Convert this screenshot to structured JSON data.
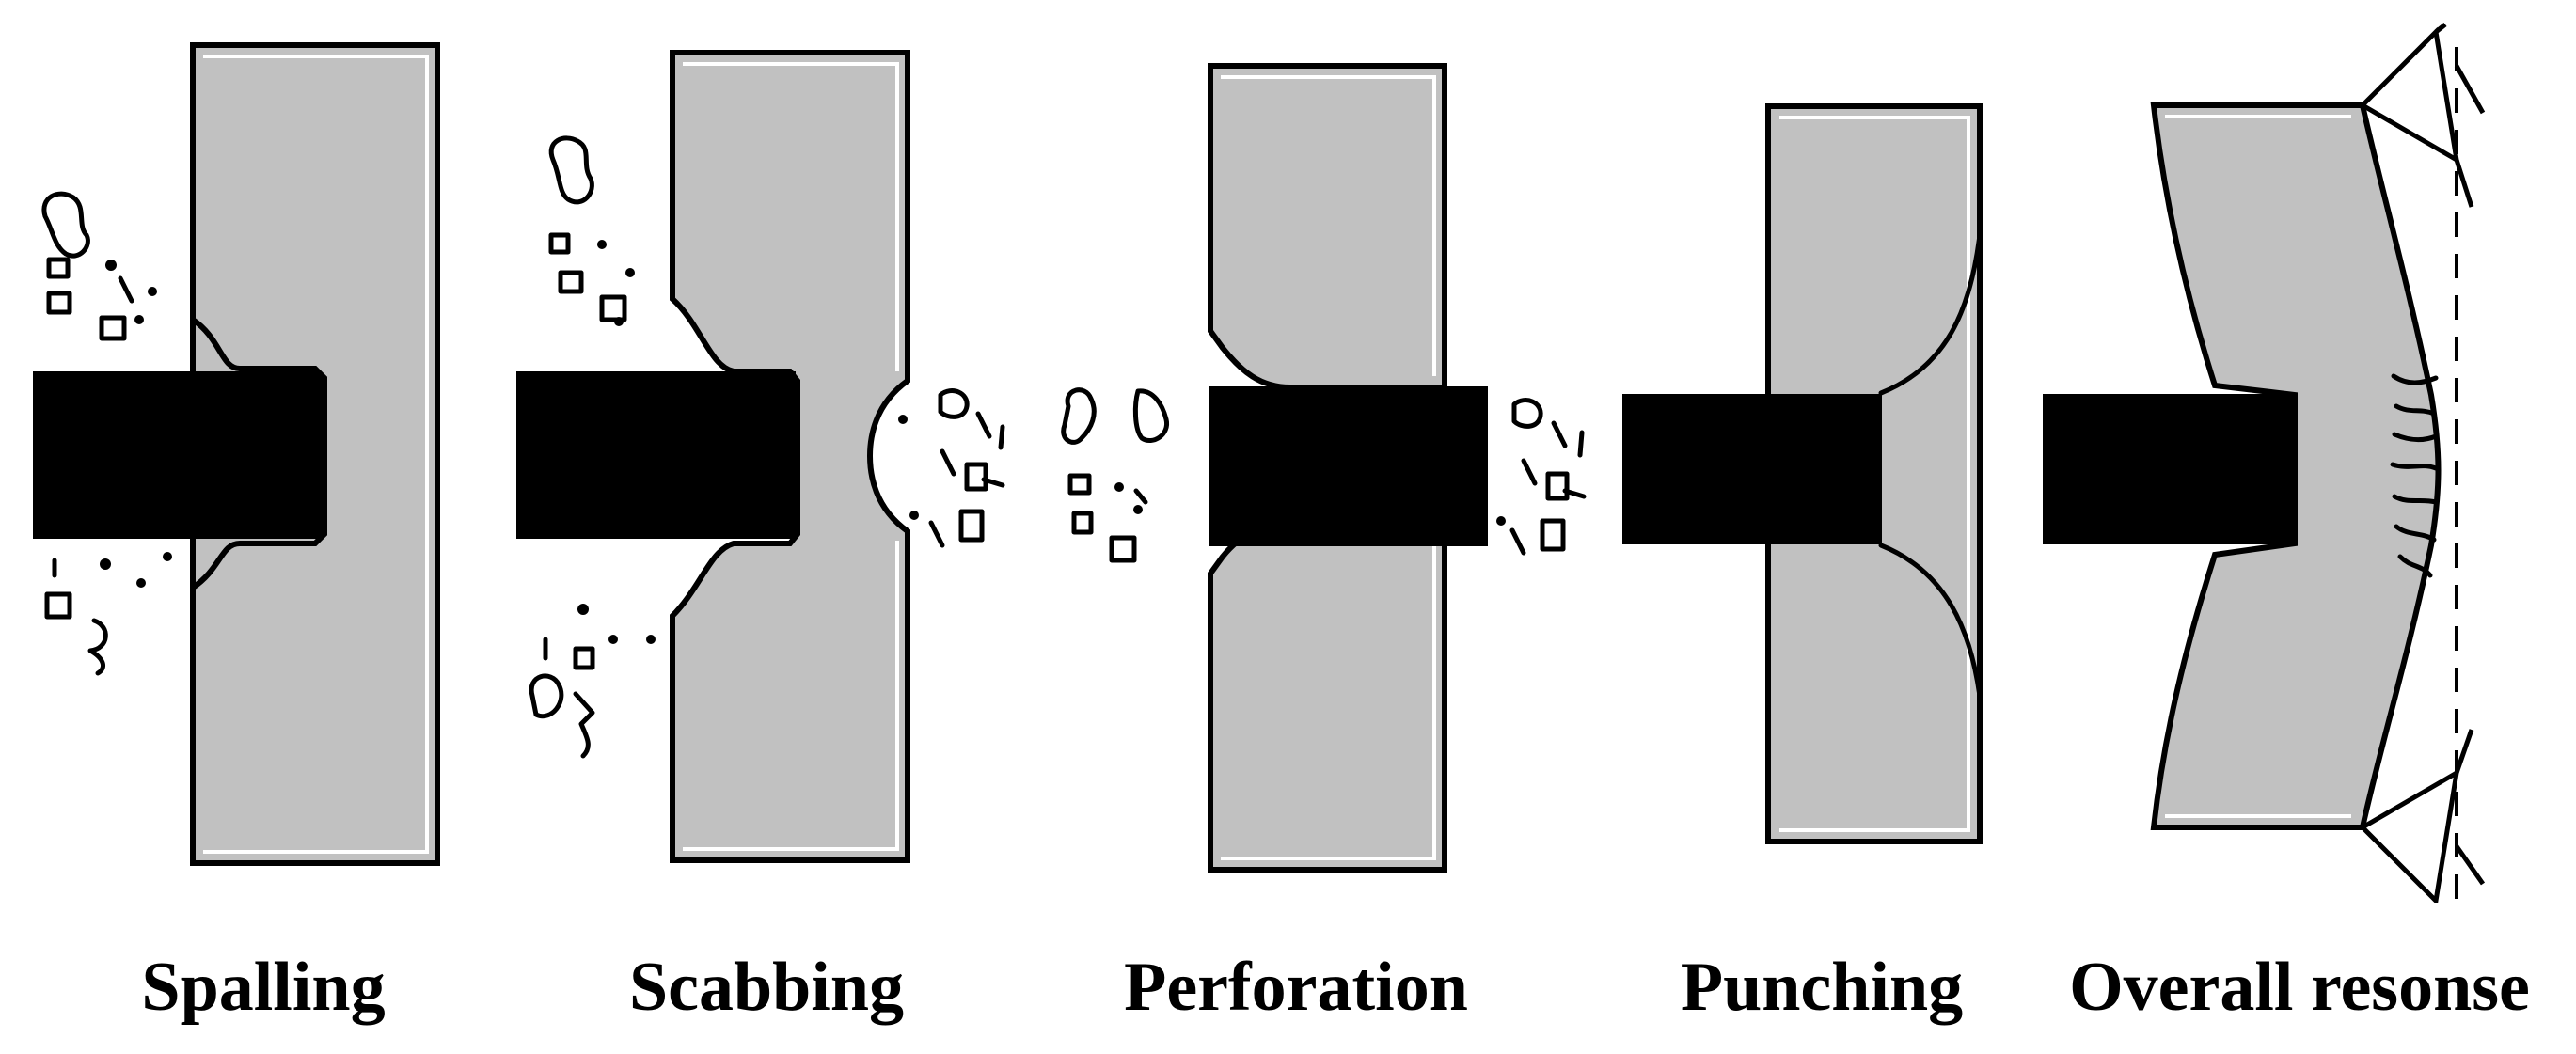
{
  "figure": {
    "panels": [
      {
        "id": "spalling",
        "label": "Spalling"
      },
      {
        "id": "scabbing",
        "label": "Scabbing"
      },
      {
        "id": "perforation",
        "label": "Perforation"
      },
      {
        "id": "punching",
        "label": "Punching"
      },
      {
        "id": "overall",
        "label": "Overall resonse"
      }
    ],
    "colors": {
      "slab": "#c1c1c1",
      "projectile": "#000000",
      "outline": "#000000",
      "background": "#ffffff"
    }
  }
}
